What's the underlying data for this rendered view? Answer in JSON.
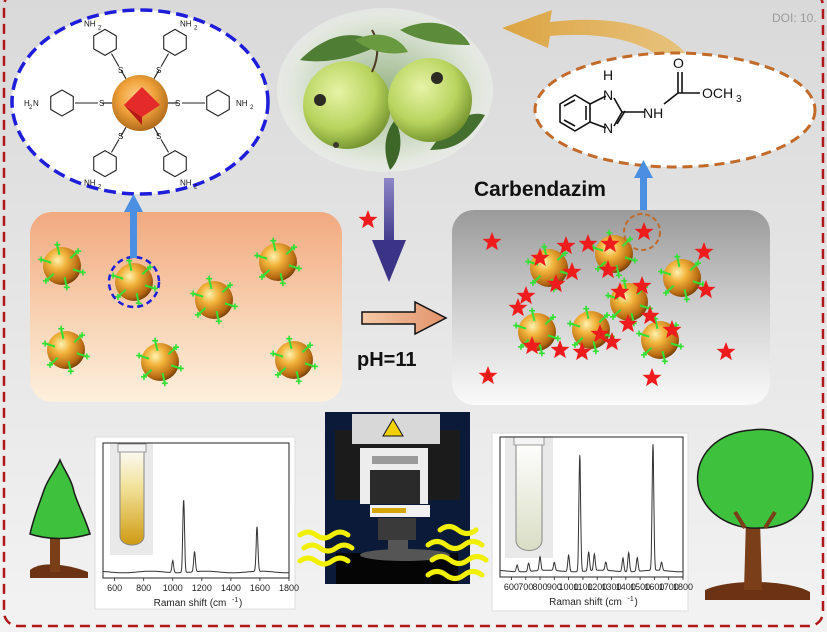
{
  "doi": "DOI: 10.",
  "analyte_label": "Carbendazim",
  "ph_label": "pH=11",
  "structure": {
    "nh": "H",
    "n": "N",
    "nh2": "NH",
    "o": "O",
    "och3": "OCH",
    "sub3": "3"
  },
  "nanoparticle": {
    "ligand": "NH",
    "ligand_sub": "2",
    "ligand_left": "H",
    "ligand_left_sub": "2",
    "ligand_left_n": "N",
    "s": "S"
  },
  "spectra": [
    {
      "xlabel": "Raman shift (cm",
      "xlabel_exp": "-1",
      "xlabel_close": ")",
      "ticks": [
        "600",
        "800",
        "1000",
        "1200",
        "1400",
        "1600",
        "1800"
      ],
      "xlim": [
        520,
        1800
      ],
      "peaks": [
        [
          1000,
          3
        ],
        [
          1075,
          18
        ],
        [
          1150,
          5
        ],
        [
          1580,
          11
        ]
      ]
    },
    {
      "xlabel": "Raman shift (cm",
      "xlabel_exp": "-1",
      "xlabel_close": ")",
      "ticks": [
        "600",
        "700",
        "800",
        "900",
        "1000",
        "1100",
        "1200",
        "1300",
        "1400",
        "1500",
        "1600",
        "1700",
        "1800"
      ],
      "xlim": [
        520,
        1800
      ],
      "peaks": [
        [
          640,
          5
        ],
        [
          720,
          6
        ],
        [
          800,
          10
        ],
        [
          900,
          6
        ],
        [
          1000,
          12
        ],
        [
          1078,
          85
        ],
        [
          1140,
          14
        ],
        [
          1180,
          12
        ],
        [
          1260,
          6
        ],
        [
          1380,
          10
        ],
        [
          1420,
          14
        ],
        [
          1480,
          10
        ],
        [
          1590,
          92
        ],
        [
          1650,
          6
        ]
      ]
    }
  ],
  "colors": {
    "blue_dash": "#1d1ddb",
    "orange_dash": "#c26a2a",
    "arrow_blue": "#4a8fe2",
    "gold_arrow": "#e2a93a",
    "star_red": "#ee1c1c",
    "green_tree": "#3ec23e",
    "trunk": "#7a3e18",
    "yellow_wave": "#f0f000"
  }
}
